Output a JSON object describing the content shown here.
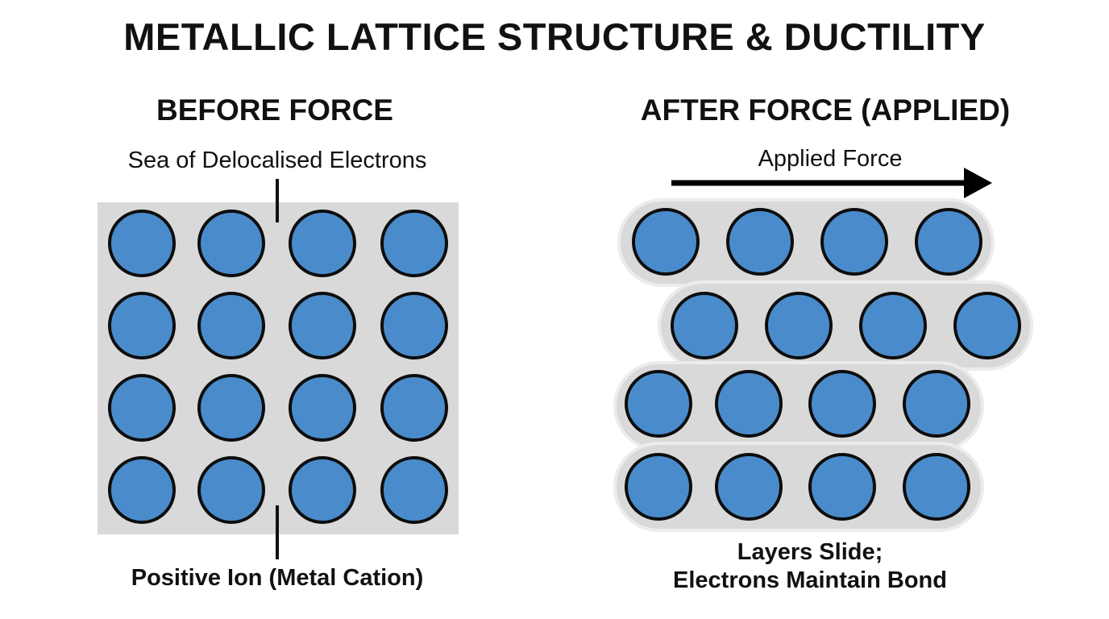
{
  "title": "METALLIC LATTICE STRUCTURE & DUCTILITY",
  "before": {
    "heading": "BEFORE FORCE",
    "electrons_label": "Sea of Delocalised Electrons",
    "ion_label": "Positive Ion (Metal Cation)"
  },
  "after": {
    "heading": "AFTER FORCE (APPLIED)",
    "force_label": "Applied Force",
    "caption_line1": "Layers Slide;",
    "caption_line2": "Electrons Maintain Bond"
  },
  "colors": {
    "ion_fill": "#4a8ccb",
    "ion_stroke": "#0d0d0d",
    "electron_sea": "#d9d9d9",
    "electron_sea_edge": "#ececec",
    "text": "#111111"
  }
}
